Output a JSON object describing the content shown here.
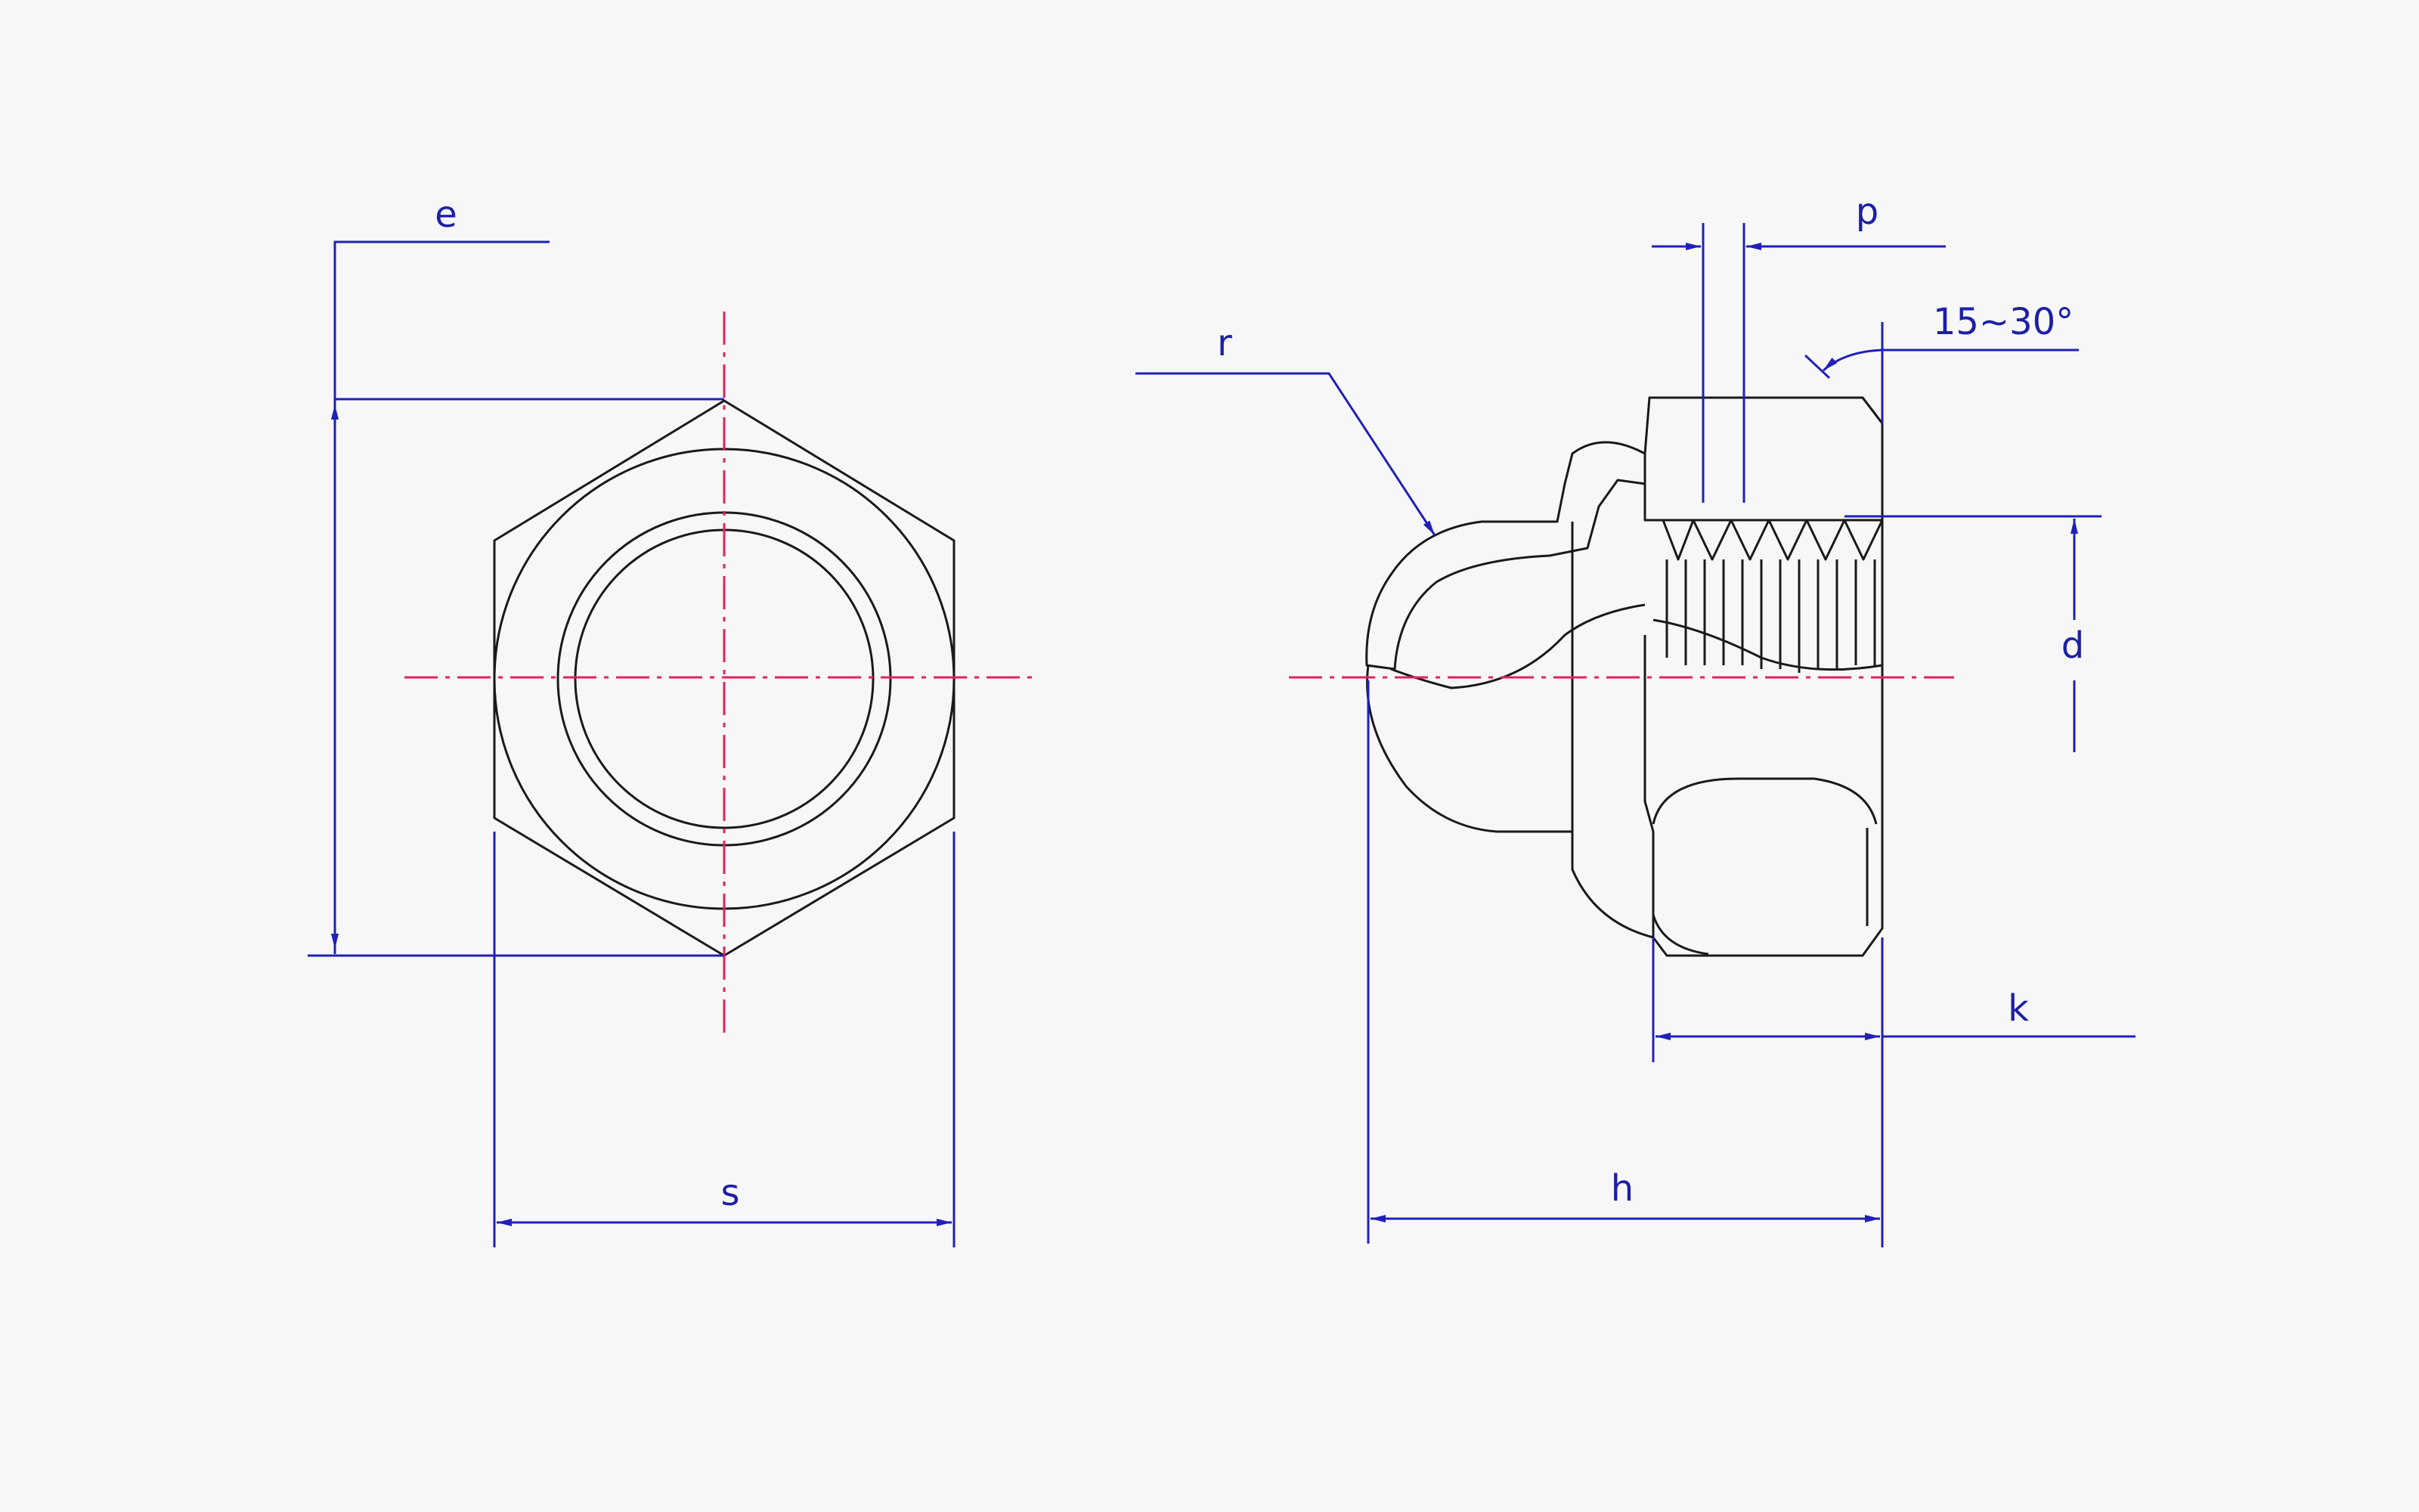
{
  "labels": {
    "e": "e",
    "s": "s",
    "r": "r",
    "p": "p",
    "angle": "15~30°",
    "d": "d",
    "k": "k",
    "h": "h"
  },
  "colors": {
    "outline": "#1a1a1a",
    "dimension": "#2020b8",
    "centerline": "#e0245e",
    "background": "#f7f7f7"
  }
}
